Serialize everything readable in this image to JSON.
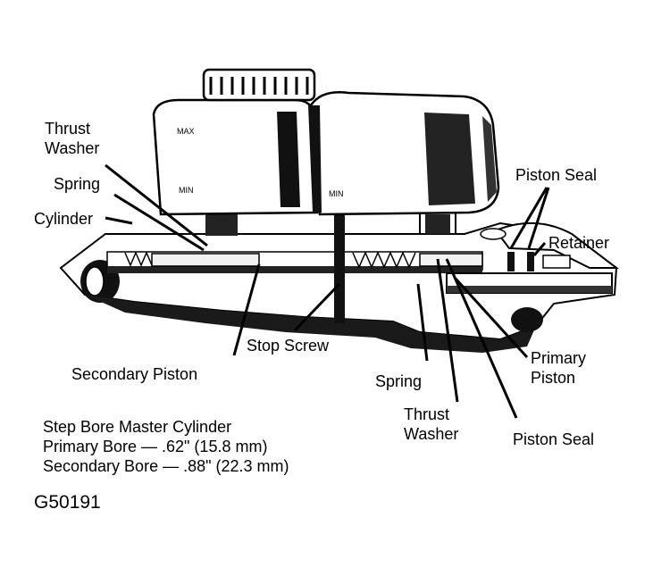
{
  "labels": {
    "thrust_washer_left": [
      "Thrust",
      "Washer"
    ],
    "spring_left": "Spring",
    "cylinder": "Cylinder",
    "piston_seal_top": "Piston Seal",
    "retainer": "Retainer",
    "stop_screw": "Stop Screw",
    "secondary_piston": "Secondary Piston",
    "spring_bottom": "Spring",
    "primary_piston": [
      "Primary",
      "Piston"
    ],
    "thrust_washer_bottom": [
      "Thrust",
      "Washer"
    ],
    "piston_seal_bottom": "Piston Seal"
  },
  "reservoir_marks": {
    "max": "MAX",
    "min_left": "MIN",
    "min_right": "MIN"
  },
  "caption": {
    "line1": "Step Bore Master Cylinder",
    "line2": "Primary Bore  —  .62\" (15.8 mm)",
    "line3": "Secondary Bore  —  .88\" (22.3 mm)"
  },
  "figure_id": "G50191"
}
